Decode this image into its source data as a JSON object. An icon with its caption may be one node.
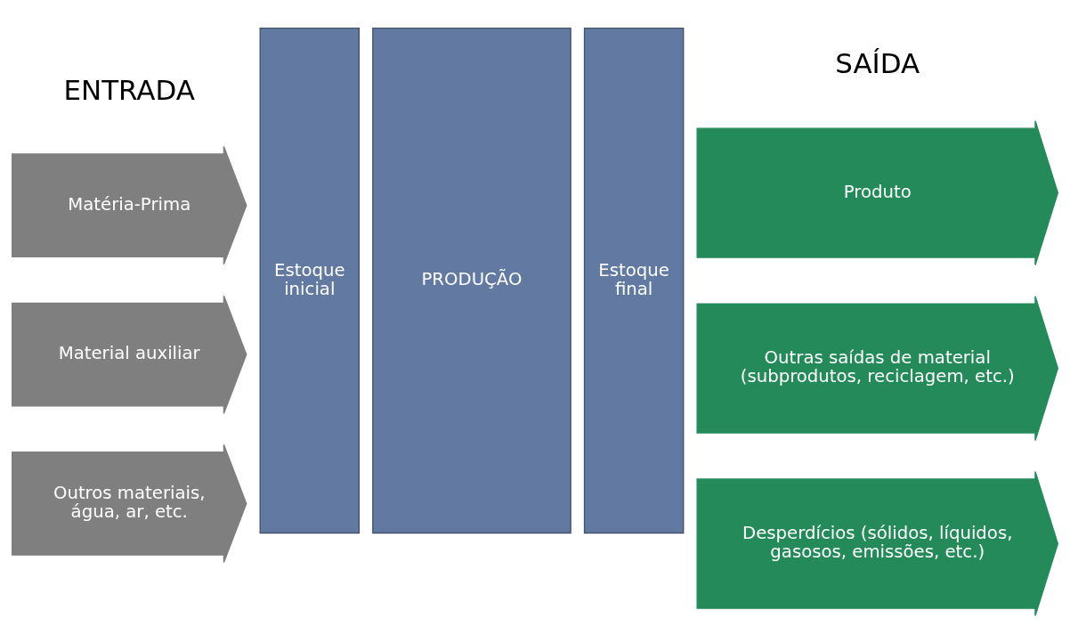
{
  "diagram": {
    "nodes": [
      {
        "text": [
          "Matéria-Prima"
        ]
      },
      {
        "text": [
          "Material auxiliar"
        ]
      },
      {
        "text": [
          "Outros materiais, água, ar, etc."
        ]
      },
      {
        "text": [
          "Estoque inicial"
        ]
      },
      {
        "text": [
          "PRODUÇÃO"
        ]
      },
      {
        "text": [
          "Estoque final"
        ]
      },
      {
        "text": [
          "Produto"
        ]
      },
      {
        "text": [
          "Outras saídas de material (subprodutos, reciclagem, etc.)"
        ]
      },
      {
        "text": [
          "Desperdícios (sólidos, líquidos, gasosos, emissões, etc.)"
        ]
      }
    ],
    "edges": [],
    "labels": [
      "ENTRADA",
      "SAÍDA"
    ]
  }
}
